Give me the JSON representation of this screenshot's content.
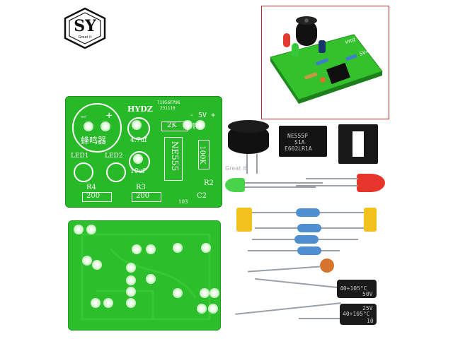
{
  "logo": {
    "letters": "SY",
    "tagline": "Great it"
  },
  "pcb_front": {
    "brand": "HYDZ",
    "code": "71956FP96",
    "date": "231110",
    "voltage": "- 5V +",
    "buzzer_label": "蜂鸣器",
    "cap1_value": "4.7uf",
    "cap2_value": "10uf",
    "resistor_2k": "2K",
    "resistor_2k_ref": "R1",
    "chip_label": "NE555",
    "resistor_100k": "100K",
    "resistor_100k_ref": "R2",
    "led1": "LED1",
    "led2": "LED2",
    "r4_ref": "R4",
    "r4_value": "200",
    "r3_ref": "R3",
    "r3_value": "200",
    "c2_ref": "C2",
    "c2_value": "103"
  },
  "components": {
    "ic_marking": "NE555P",
    "ic_sub": "S1A",
    "ic_date": "E602LR1A",
    "watermark": "Great it",
    "cap_small": "40+105°C",
    "cap_small_rating": "50V",
    "cap_large": "40+105°C",
    "cap_large_rating": "25V",
    "cap_large_value": "10"
  },
  "inset": {
    "pcb_voltage": "5V+",
    "pcb_brand": "HYDZ"
  },
  "colors": {
    "pcb_green": "#27b928",
    "inset_border": "#c4262b",
    "led_red": "#e8352b",
    "led_green": "#3ec43a",
    "capacitor_body": "#1a1a1a",
    "ceramic_cap": "#d6742b",
    "yellow_cap": "#f1c21d",
    "resistor_body": "#4d8fd0"
  }
}
